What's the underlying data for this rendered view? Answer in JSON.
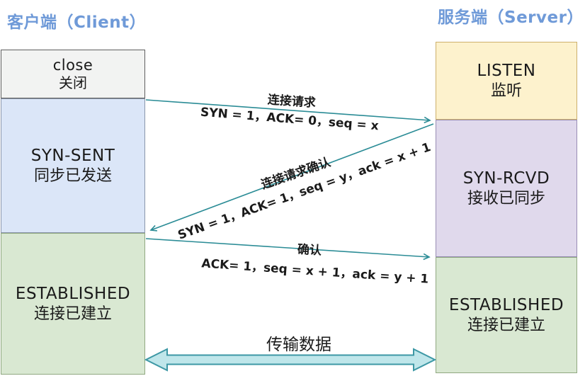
{
  "header": {
    "client_title": "客户端（Client）",
    "server_title": "服务端（Server）"
  },
  "client": {
    "states": [
      {
        "en": "close",
        "zh": "关闭"
      },
      {
        "en": "SYN-SENT",
        "zh": "同步已发送"
      },
      {
        "en": "ESTABLISHED",
        "zh": "连接已建立"
      }
    ]
  },
  "server": {
    "states": [
      {
        "en": "LISTEN",
        "zh": "监听"
      },
      {
        "en": "SYN-RCVD",
        "zh": "接收已同步"
      },
      {
        "en": "ESTABLISHED",
        "zh": "连接已建立"
      }
    ]
  },
  "messages": [
    {
      "label": "连接请求",
      "detail": "SYN = 1，ACK= 0，seq = x",
      "direction": "client-to-server"
    },
    {
      "label": "连接请求确认",
      "detail": "SYN = 1，ACK= 1，seq = y，ack = x + 1",
      "direction": "server-to-client"
    },
    {
      "label": "确认",
      "detail": "ACK= 1，seq = x + 1，ack = y + 1",
      "direction": "client-to-server"
    }
  ],
  "data_transfer": {
    "label": "传输数据"
  },
  "colors": {
    "title_blue": "#6f9ad8",
    "arrow_teal": "#2b8c96",
    "box_close_fill": "#f2f3f2",
    "box_syn_sent_fill": "#dbe6f8",
    "box_established_fill": "#d9e8d2",
    "box_listen_fill": "#fdf2cd",
    "box_syn_rcvd_fill": "#e0d9ec",
    "transfer_arrow_fill": "#bfe6ea",
    "transfer_arrow_stroke": "#3d98a5"
  }
}
